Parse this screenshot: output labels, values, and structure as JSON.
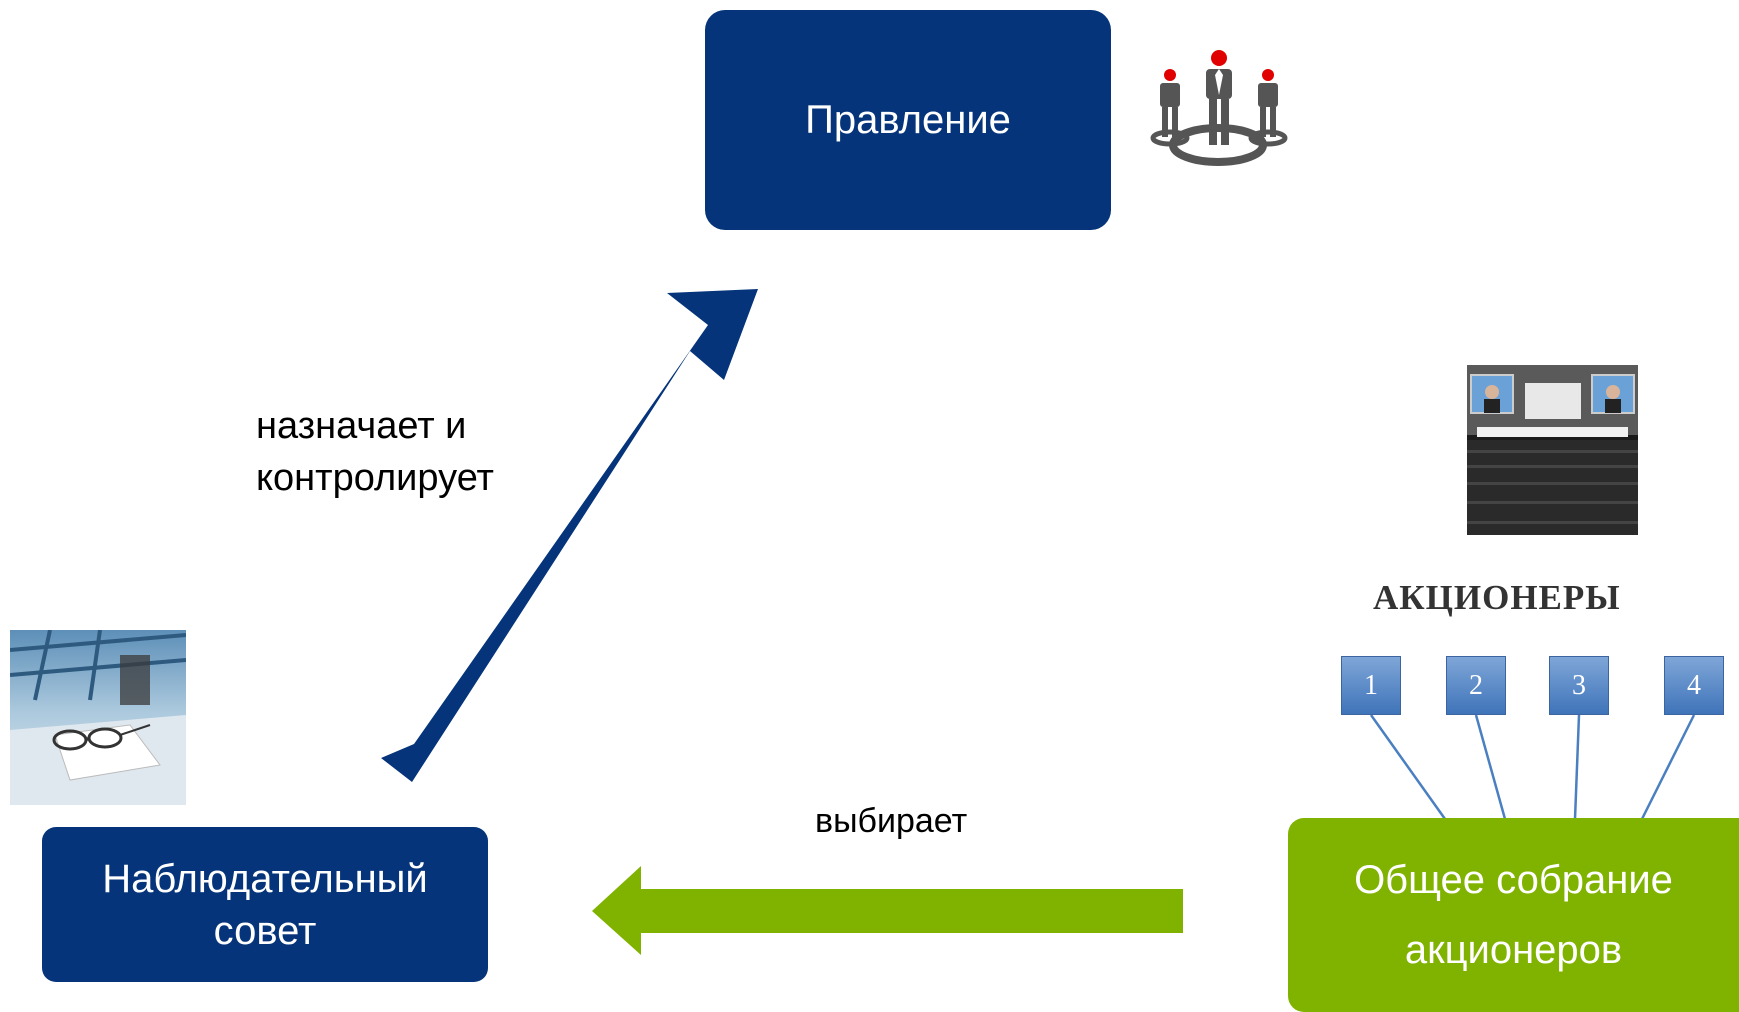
{
  "diagram": {
    "nodes": {
      "board": {
        "label": "Правление"
      },
      "supervisory_board": {
        "label_line1": "Наблюдательный",
        "label_line2": "совет"
      },
      "general_meeting": {
        "label_line1": "Общее собрание",
        "label_line2": "акционеров"
      }
    },
    "edges": {
      "appoints": {
        "label_line1": "назначает и",
        "label_line2": "контролирует",
        "from": "supervisory_board",
        "to": "board"
      },
      "elects": {
        "label": "выбирает",
        "from": "general_meeting",
        "to": "supervisory_board"
      }
    },
    "shareholders": {
      "title": "АКЦИОНЕРЫ",
      "items": [
        "1",
        "2",
        "3",
        "4"
      ]
    },
    "icons": [
      "people-group-icon",
      "shareholders-meeting-photo",
      "office-desk-glasses-photo"
    ]
  },
  "colors": {
    "navy": "#05347a",
    "green": "#80b200",
    "shareholder_box": "#4a7fc1"
  }
}
